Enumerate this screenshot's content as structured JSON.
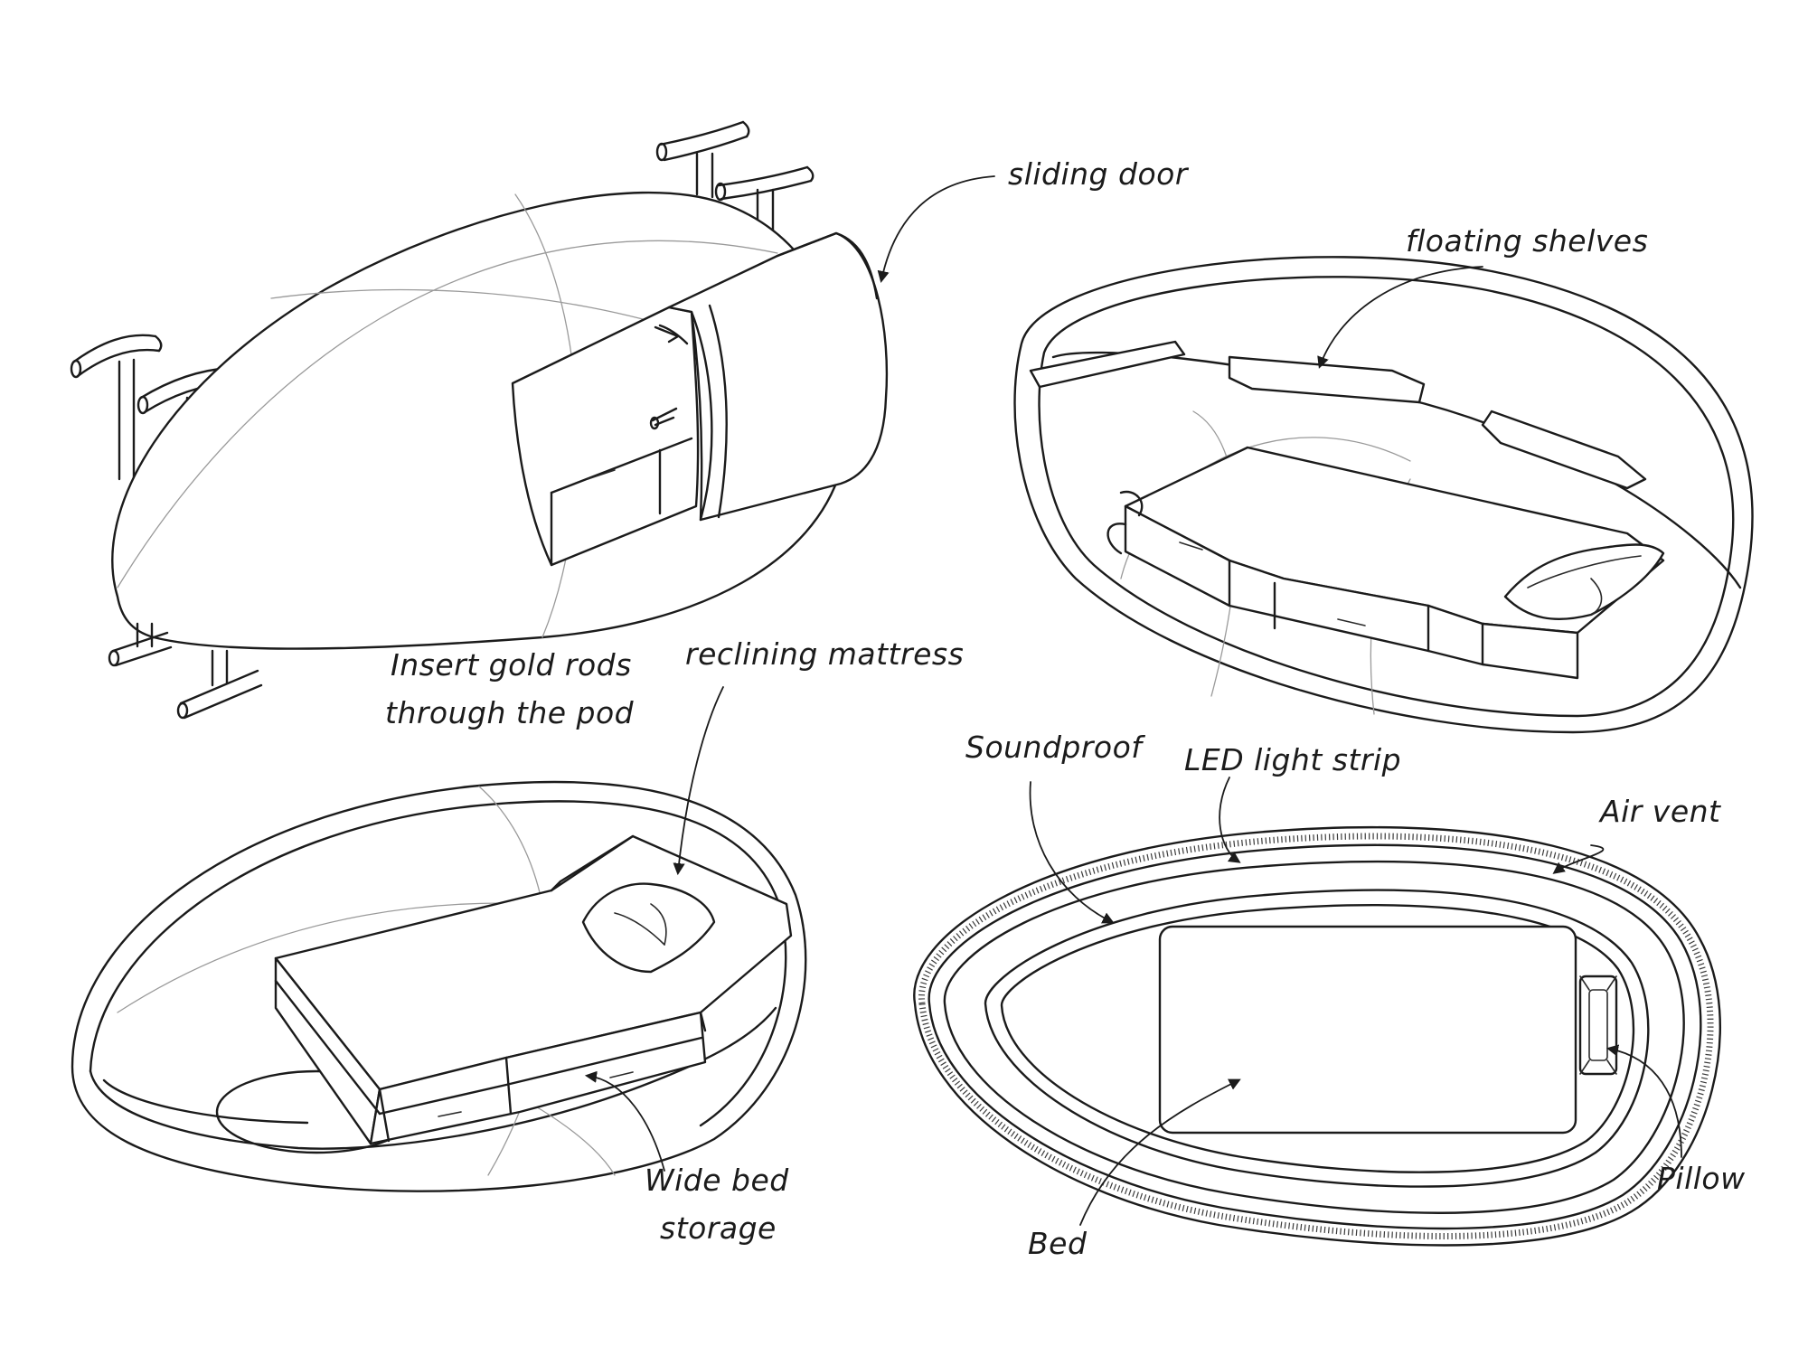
{
  "labels": {
    "sliding_door": "sliding door",
    "floating_shelves": "floating shelves",
    "gold_rods_line1": "Insert gold rods",
    "gold_rods_line2": "through the pod",
    "reclining_mattress": "reclining mattress",
    "soundproof": "Soundproof",
    "led_light_strip": "LED light strip",
    "air_vent": "Air vent",
    "wide_bed_storage_line1": "Wide bed",
    "wide_bed_storage_line2": "storage",
    "pillow": "Pillow",
    "bed": "Bed"
  }
}
